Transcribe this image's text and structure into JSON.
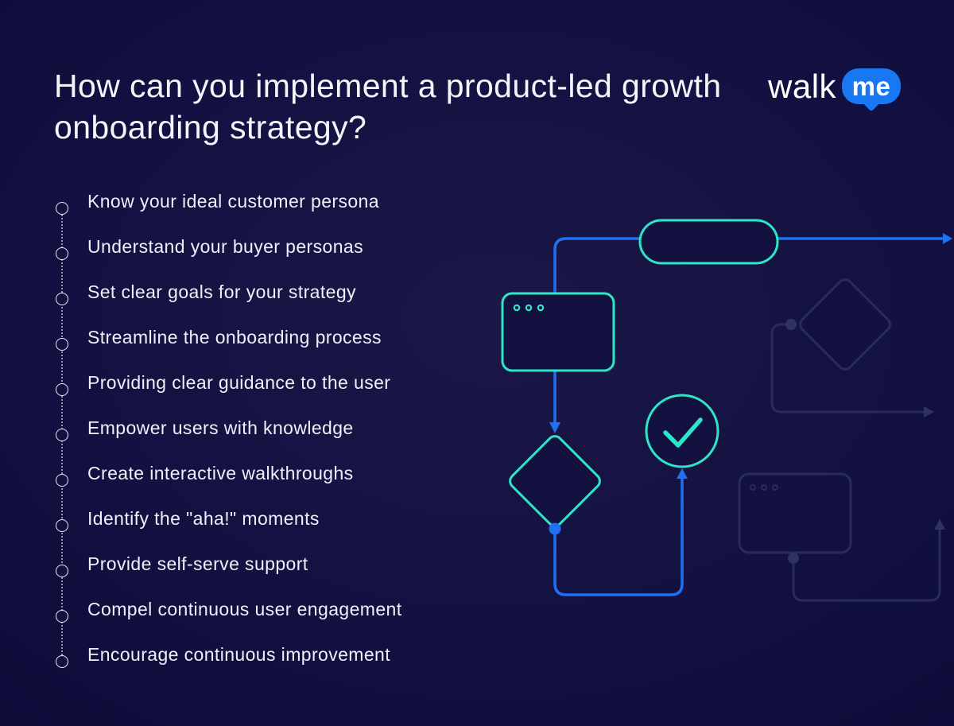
{
  "title": "How can you implement a product-led growth onboarding strategy?",
  "logo": {
    "walk": "walk",
    "me": "me"
  },
  "list": {
    "items": [
      "Know your ideal customer persona",
      "Understand your buyer personas",
      "Set clear goals for your strategy",
      "Streamline the onboarding process",
      "Providing clear guidance to the user",
      "Empower users with knowledge",
      "Create interactive walkthroughs",
      "Identify the \"aha!\" moments",
      "Provide self-serve support",
      "Compel continuous user engagement",
      "Encourage continuous improvement"
    ]
  },
  "colors": {
    "background": "#121040",
    "accent_teal": "#2ee6c7",
    "accent_blue": "#2070f4",
    "faint_stroke": "#282c59",
    "faint_dot": "#2f3363",
    "logo_blue": "#1877f2",
    "text": "#f4f4fb"
  }
}
